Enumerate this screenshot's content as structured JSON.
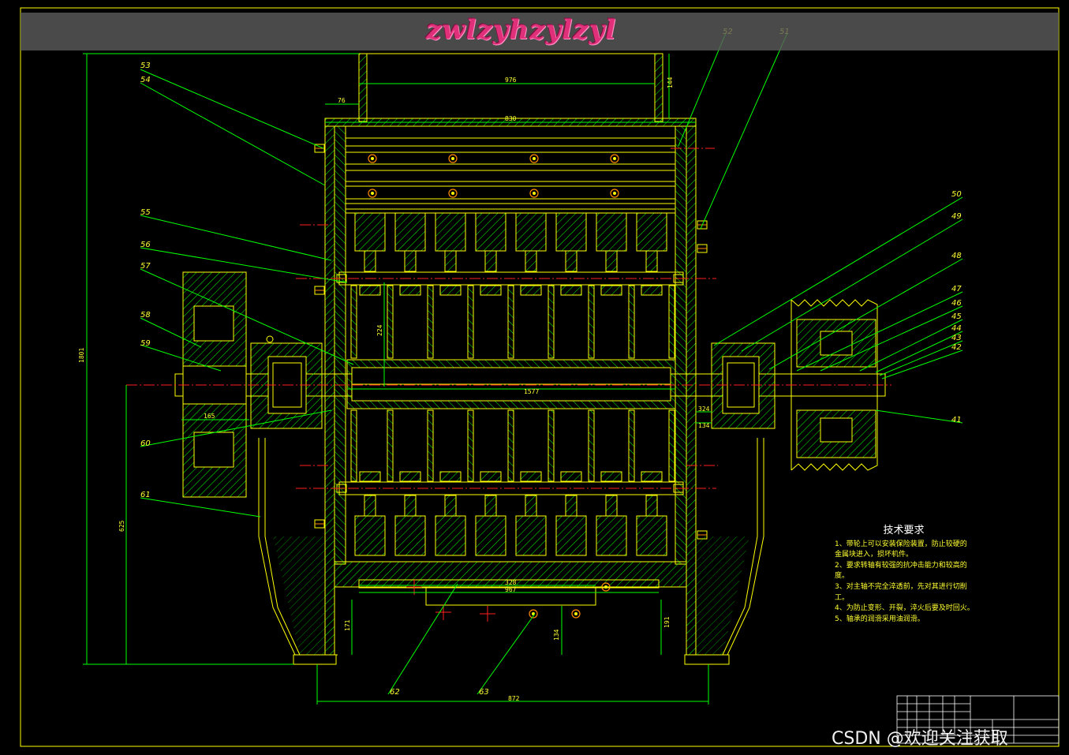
{
  "watermark": "zwlzyhzylzyl",
  "footer_watermark": "CSDN @欢迎关注获取",
  "tech_requirements": {
    "title": "技术要求",
    "lines": [
      "1、带轮上可以安装保险装置，防止较硬的",
      "    金属块进入，损坏机件。",
      "2、要求转轴有较强的抗冲击能力和较高的",
      "    度。",
      "3、对主轴不完全淬透前，先对其进行切削",
      "    工。",
      "4、为防止变形、开裂，淬火后要及时回火。",
      "5、轴承的润滑采用油润滑。"
    ]
  },
  "part_labels": [
    "41",
    "42",
    "43",
    "44",
    "45",
    "46",
    "47",
    "48",
    "49",
    "50",
    "51",
    "52",
    "53",
    "54",
    "55",
    "56",
    "57",
    "58",
    "59",
    "60",
    "61",
    "62",
    "63"
  ],
  "dimensions": [
    "976",
    "76",
    "144",
    "830",
    "1801",
    "224",
    "1577",
    "165",
    "324",
    "134",
    "328",
    "967",
    "171",
    "191",
    "625",
    "134",
    "872"
  ],
  "colors": {
    "background": "#000000",
    "outline": "#ffff00",
    "hatch": "#00ff00",
    "leader": "#00ff00",
    "dimension": "#00ff00",
    "centerline": "#ff2020",
    "bolt": "#ff8800",
    "text": "#ffff33",
    "watermark": "#e0307a"
  }
}
